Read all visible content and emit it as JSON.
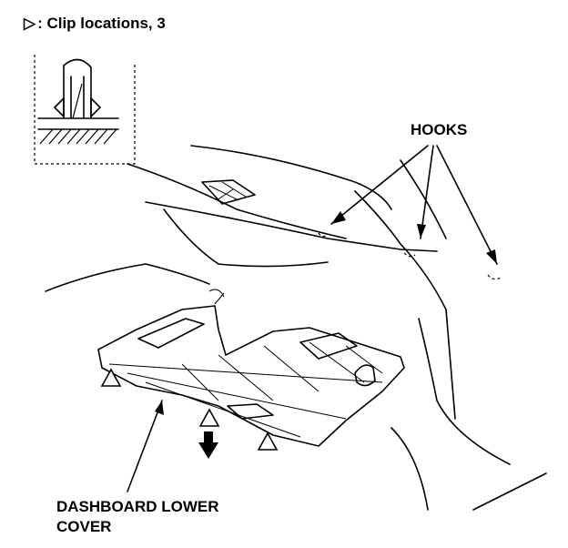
{
  "legend": {
    "symbol": "▷",
    "text": ": Clip locations, 3"
  },
  "labels": {
    "hooks": "HOOKS",
    "cover_line1": "DASHBOARD LOWER",
    "cover_line2": "COVER"
  },
  "colors": {
    "ink": "#000000",
    "background": "#ffffff"
  }
}
